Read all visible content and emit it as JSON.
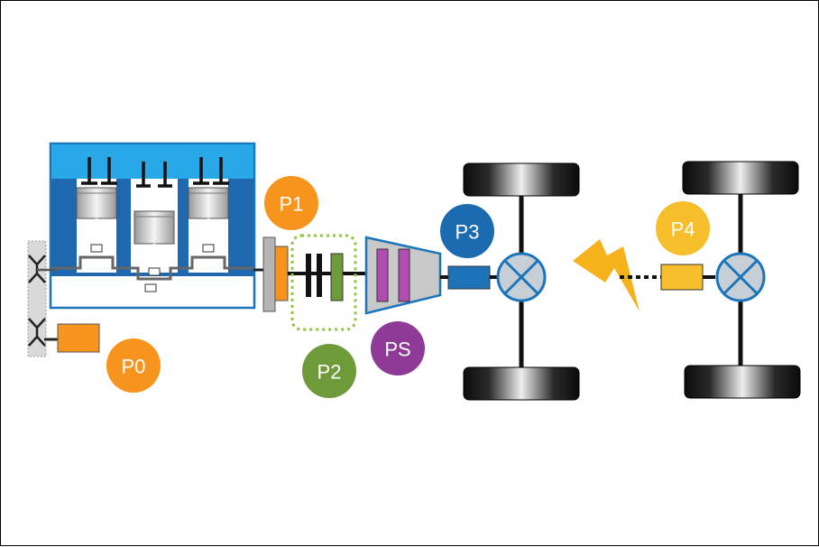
{
  "labels": {
    "p0": "P0",
    "p1": "P1",
    "p2": "P2",
    "ps": "PS",
    "p3": "P3",
    "p4": "P4"
  },
  "colors": {
    "engine_top": "#29A8E8",
    "engine_body": "#1F68B0",
    "engine_outline": "#1B75BB",
    "orange": "#F7941D",
    "green": "#6E9A3A",
    "purple": "#8E3A96",
    "purple_plate": "#B14DB0",
    "blue_circle": "#1B6BB0",
    "p3_box": "#1E73B8",
    "yellow": "#F6BE2A",
    "lightning": "#F5B21A",
    "gearbox_gray": "#C8C8C8",
    "diff_gray": "#C6CED6",
    "tire_black": "#111111"
  },
  "icons": [
    "engine-icon",
    "piston-icon",
    "gearbox-icon",
    "differential-icon",
    "wheel-icon",
    "lightning-icon",
    "clutch-icon"
  ]
}
